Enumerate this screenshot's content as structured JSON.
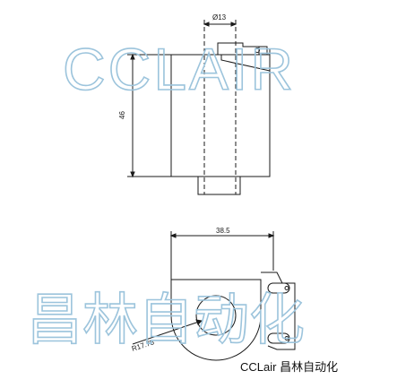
{
  "front_view": {
    "diameter_label": "Ø13",
    "height_label": "46"
  },
  "bottom_view": {
    "width_label": "38.5",
    "radius_label": "R17.75"
  },
  "watermark": {
    "latin": "CCLAIR",
    "cjk": "昌林自动化"
  },
  "brand_caption": "CCLair 昌林自动化",
  "colors": {
    "line": "#1a1a1a",
    "watermark": "#9cc4dc",
    "background": "#ffffff"
  }
}
